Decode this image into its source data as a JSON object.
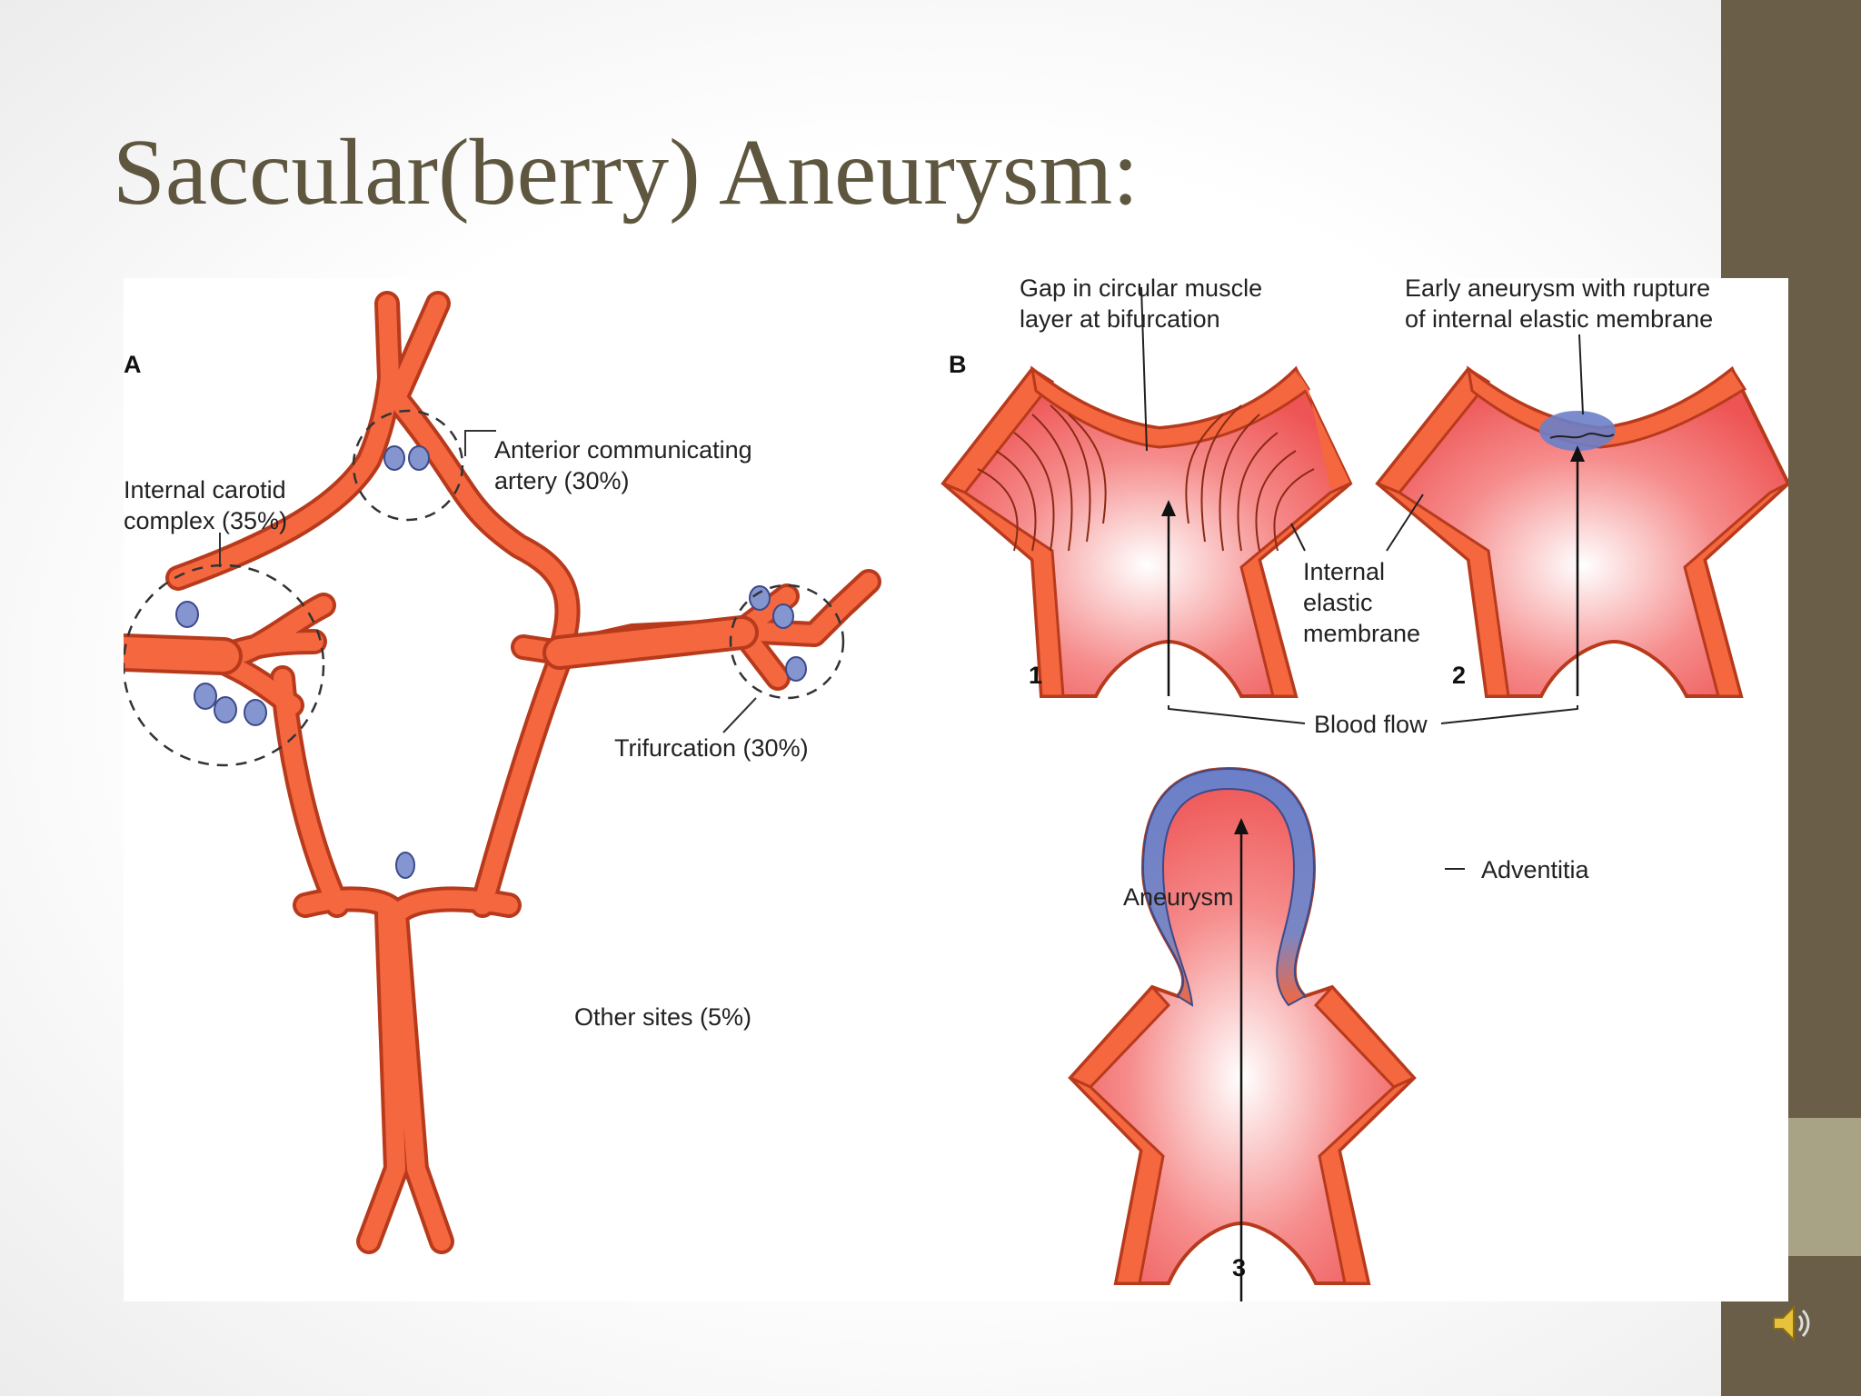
{
  "slide": {
    "title": "Saccular(berry) Aneurysm:"
  },
  "figure": {
    "panel_a": "A",
    "panel_b": "B",
    "labels": {
      "internal_carotid": [
        "Internal carotid",
        "complex (35%)"
      ],
      "anterior_communicating": [
        "Anterior communicating",
        "artery (30%)"
      ],
      "trifurcation": "Trifurcation (30%)",
      "other_sites": "Other sites (5%)",
      "gap": [
        "Gap in circular muscle",
        "layer at bifurcation"
      ],
      "early": [
        "Early aneurysm with rupture",
        "of internal elastic membrane"
      ],
      "iem": [
        "Internal",
        "elastic",
        "membrane"
      ],
      "blood_flow": "Blood flow",
      "aneurysm": "Aneurysm",
      "adventitia": "Adventitia",
      "step1": "1",
      "step2": "2",
      "step3": "3"
    }
  },
  "colors": {
    "vessel": "#f4673f",
    "vessel_dark": "#b83a1c",
    "lumen": "#f06060",
    "aneurysm_blue": "#6b7fc8",
    "sidebar_dark": "#6b5e48",
    "sidebar_light": "#a9a386",
    "title": "#5e563e"
  },
  "icons": {
    "audio": "speaker-icon"
  }
}
